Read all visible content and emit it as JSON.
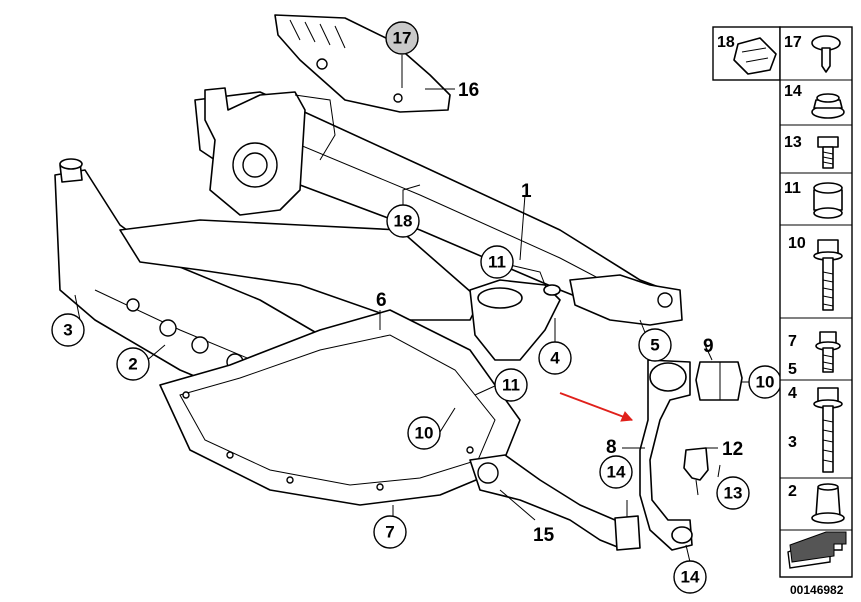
{
  "diagram": {
    "reference_number": "00146982",
    "callouts": {
      "c1": "1",
      "c2": "2",
      "c3": "3",
      "c4": "4",
      "c5": "5",
      "c6": "6",
      "c7": "7",
      "c8": "8",
      "c9": "9",
      "c10a": "10",
      "c10b": "10",
      "c11a": "11",
      "c11b": "11",
      "c12": "12",
      "c13": "13",
      "c14a": "14",
      "c14b": "14",
      "c15": "15",
      "c16": "16",
      "c17": "17",
      "c18": "18"
    },
    "arrow_color": "#e0201b",
    "hardware_panel": [
      {
        "label": "18",
        "icon": "clip-nut-icon"
      },
      {
        "label": "17",
        "icon": "expansion-rivet-icon"
      },
      {
        "label": "14",
        "icon": "hex-collar-nut-icon"
      },
      {
        "label": "13",
        "icon": "short-bolt-icon"
      },
      {
        "label": "11",
        "icon": "self-locking-nut-icon"
      },
      {
        "label": "10",
        "icon": "long-bolt-icon"
      },
      {
        "label": "7",
        "icon": "flange-bolt-icon"
      },
      {
        "label": "5",
        "icon": ""
      },
      {
        "label": "4",
        "icon": "hex-bolt-icon"
      },
      {
        "label": "3",
        "icon": ""
      },
      {
        "label": "2",
        "icon": "flange-nut-icon"
      }
    ]
  }
}
